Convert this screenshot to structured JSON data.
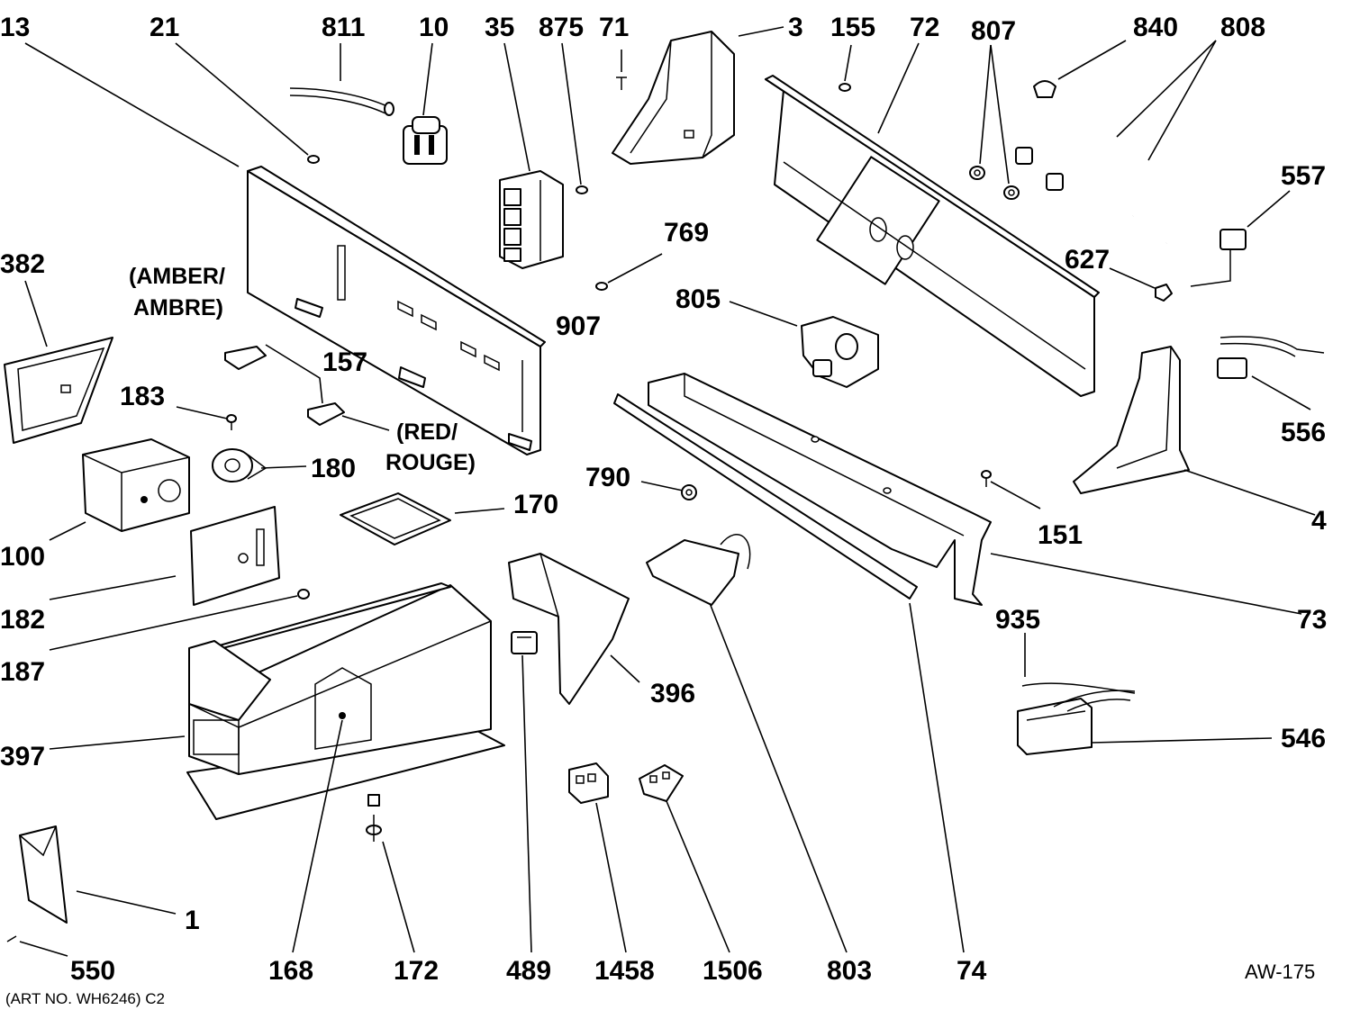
{
  "callouts": {
    "c13": "13",
    "c21": "21",
    "c811": "811",
    "c10": "10",
    "c35": "35",
    "c875": "875",
    "c71": "71",
    "c3": "3",
    "c155": "155",
    "c72": "72",
    "c807": "807",
    "c840": "840",
    "c808": "808",
    "c557": "557",
    "c769": "769",
    "c627": "627",
    "c382": "382",
    "c805": "805",
    "c907": "907",
    "c157": "157",
    "c183": "183",
    "c556": "556",
    "c180": "180",
    "c790": "790",
    "c151": "151",
    "c4": "4",
    "c170": "170",
    "c100": "100",
    "c182": "182",
    "c187": "187",
    "c935": "935",
    "c73": "73",
    "c396": "396",
    "c546": "546",
    "c397": "397",
    "c1": "1",
    "c550": "550",
    "c168": "168",
    "c172": "172",
    "c489": "489",
    "c1458": "1458",
    "c1506": "1506",
    "c803": "803",
    "c74": "74"
  },
  "notes": {
    "amber_line1": "(AMBER/",
    "amber_line2": "AMBRE)",
    "red_line1": "(RED/",
    "red_line2": "ROUGE)"
  },
  "footer": {
    "art_number": "(ART NO. WH6246) C2",
    "diagram_code": "AW-175"
  }
}
